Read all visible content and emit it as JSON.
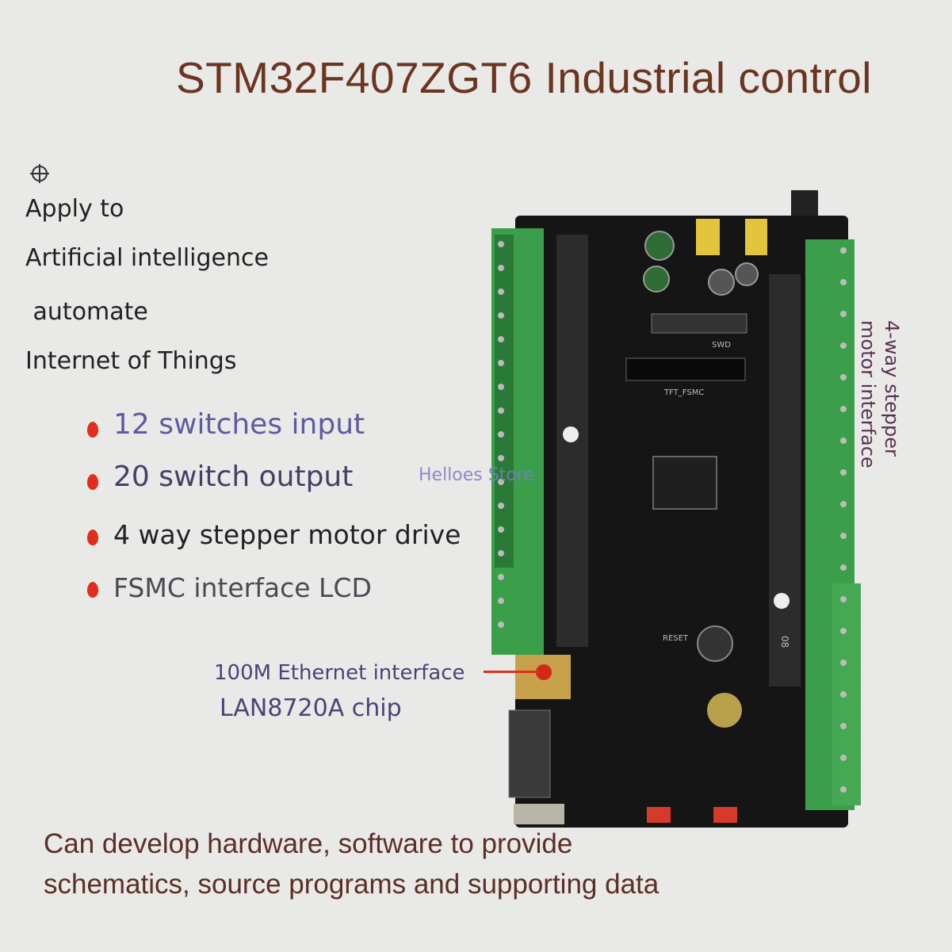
{
  "title": "STM32F407ZGT6 Industrial control",
  "apply": {
    "heading": "Apply to",
    "items": [
      "Artificial intelligence",
      " automate",
      "Internet of Things"
    ]
  },
  "features": [
    {
      "label": "12 switches input",
      "color": "#5e5aa3"
    },
    {
      "label": "20 switch output",
      "color": "#4a3e66"
    },
    {
      "label": "4 way stepper motor drive",
      "color": "#222222"
    },
    {
      "label": "FSMC interface LCD",
      "color": "#4a4a55"
    }
  ],
  "stepper_label": "4-way stepper motor interface",
  "watermark": "Helloes Store",
  "ethernet": {
    "line1": "100M Ethernet interface",
    "line2": "LAN8720A chip"
  },
  "bottom": {
    "line1": "Can develop hardware, software to provide",
    "line2": "schematics, source programs and supporting data"
  },
  "colors": {
    "accent_red": "#e22d1a",
    "title_brown": "#6b3520",
    "pcb_black": "#151515",
    "terminal_green": "#3b9e4b"
  },
  "board_silkscreen": {
    "swd": "SWD",
    "tft": "TFT_FSMC",
    "reset": "RESET",
    "num": "08"
  }
}
